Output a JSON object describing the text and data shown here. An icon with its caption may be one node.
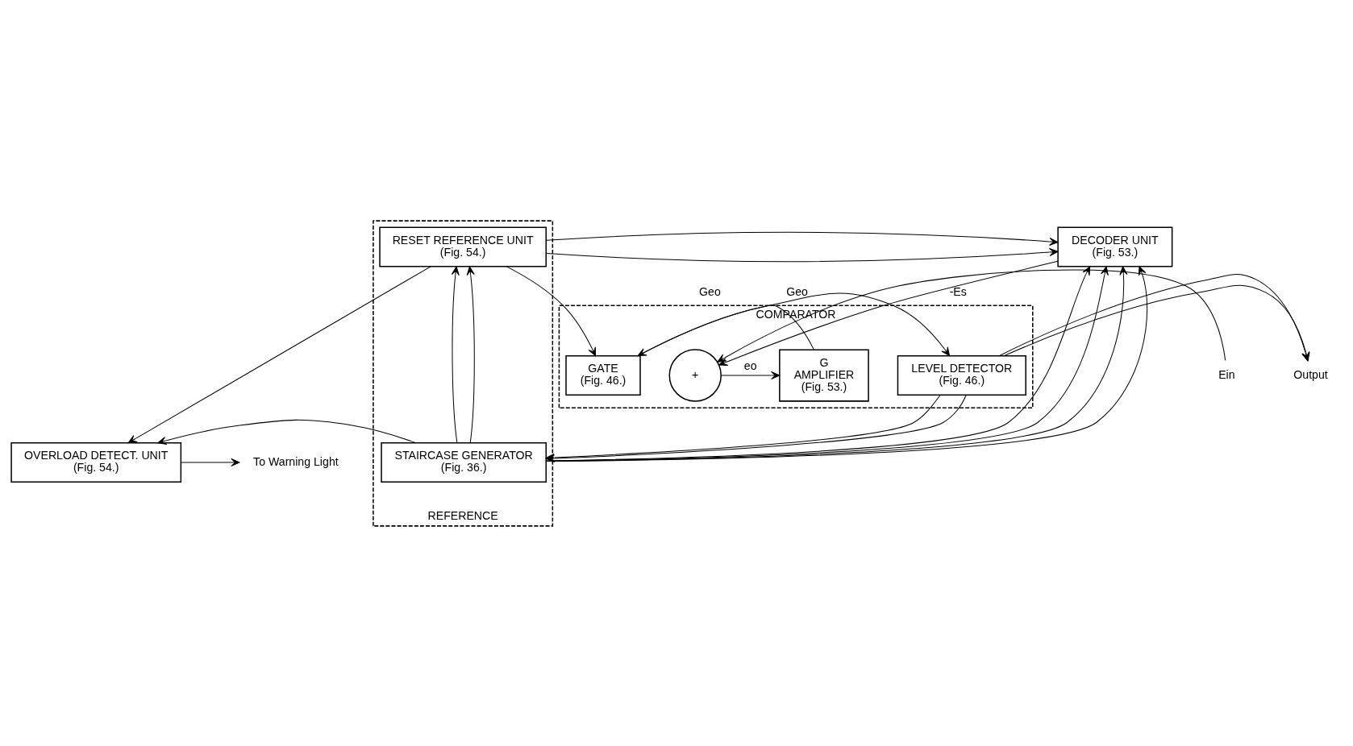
{
  "diagram": {
    "nodes": [
      {
        "text": [
          "COMPARATOR"
        ]
      },
      {
        "text": [
          "+"
        ],
        "in": 0
      },
      {
        "text": [
          "G",
          "AMPLIFIER",
          "(Fig. 53.)"
        ],
        "in": 0
      },
      {
        "text": [
          "GATE",
          "(Fig. 46.)"
        ],
        "in": 0
      },
      {
        "text": [
          "LEVEL DETECTOR",
          "(Fig. 46.)"
        ],
        "in": 0
      },
      {
        "text": [
          "REFERENCE"
        ]
      },
      {
        "text": [
          "RESET REFERENCE UNIT",
          "(Fig. 54.)"
        ],
        "in": 5
      },
      {
        "text": [
          "STAIRCASE GENERATOR",
          "(Fig. 36.)"
        ],
        "in": 5
      },
      {
        "text": [
          "DECODER UNIT",
          "(Fig. 53.)"
        ]
      },
      {
        "text": [
          "OVERLOAD DETECT. UNIT",
          "(Fig. 54.)"
        ]
      },
      {
        "text": [
          "Ein"
        ]
      },
      {
        "text": [
          "Output"
        ]
      },
      {
        "text": [
          "To Warning Light"
        ]
      }
    ],
    "edges": [
      {
        "from": 10,
        "to": 1,
        "arrow": "to"
      },
      {
        "from": 1,
        "to": 2,
        "arrow": "to",
        "label": "eo"
      },
      {
        "from": 2,
        "to": 3,
        "arrow": "to",
        "label": "Geo"
      },
      {
        "from": 3,
        "to": 4,
        "arrow": "to",
        "label": "Geo"
      },
      {
        "from": 4,
        "to": 11,
        "arrow": "to"
      },
      {
        "from": 4,
        "to": 11,
        "arrow": "to"
      },
      {
        "from": 6,
        "to": 3,
        "arrow": "to"
      },
      {
        "from": 6,
        "to": 8,
        "arrow": "to"
      },
      {
        "from": 6,
        "to": 8,
        "arrow": "to"
      },
      {
        "from": 6,
        "to": 9,
        "arrow": "to"
      },
      {
        "from": 7,
        "to": 6,
        "arrow": "to"
      },
      {
        "from": 7,
        "to": 6,
        "arrow": "to"
      },
      {
        "from": 7,
        "to": 8,
        "arrow": "to"
      },
      {
        "from": 7,
        "to": 8,
        "arrow": "to"
      },
      {
        "from": 7,
        "to": 8,
        "arrow": "to"
      },
      {
        "from": 7,
        "to": 8,
        "arrow": "to"
      },
      {
        "from": 4,
        "to": 7,
        "arrow": "to"
      },
      {
        "from": 4,
        "to": 7,
        "arrow": "to"
      },
      {
        "from": 7,
        "to": 9,
        "arrow": "to"
      },
      {
        "from": 8,
        "to": 1,
        "arrow": "to",
        "label": "-Es"
      },
      {
        "from": 9,
        "to": 12,
        "arrow": "to"
      }
    ]
  }
}
